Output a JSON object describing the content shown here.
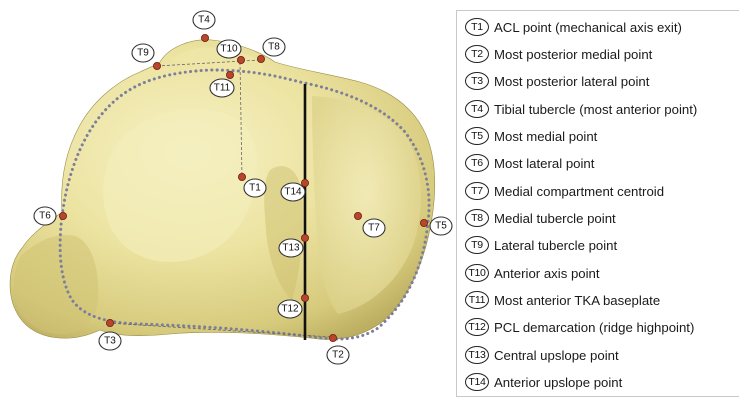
{
  "landmarks": [
    {
      "id": "T1",
      "description": "ACL point (mechanical axis exit)"
    },
    {
      "id": "T2",
      "description": "Most posterior medial point"
    },
    {
      "id": "T3",
      "description": "Most posterior lateral point"
    },
    {
      "id": "T4",
      "description": "Tibial tubercle (most anterior point)"
    },
    {
      "id": "T5",
      "description": "Most medial point"
    },
    {
      "id": "T6",
      "description": "Most lateral point"
    },
    {
      "id": "T7",
      "description": "Medial compartment centroid"
    },
    {
      "id": "T8",
      "description": "Medial tubercle point"
    },
    {
      "id": "T9",
      "description": "Lateral tubercle point"
    },
    {
      "id": "T10",
      "description": "Anterior axis point"
    },
    {
      "id": "T11",
      "description": "Most anterior TKA baseplate"
    },
    {
      "id": "T12",
      "description": "PCL demarcation (ridge highpoint)"
    },
    {
      "id": "T13",
      "description": "Central upslope point"
    },
    {
      "id": "T14",
      "description": "Anterior upslope point"
    }
  ],
  "colors": {
    "bone_light": "#f3edb4",
    "bone_mid": "#d9cf82",
    "bone_dark": "#a89a4e",
    "marker": "#b8452c",
    "outline_dots": "#7d7f9a",
    "ridge_line": "#111111"
  }
}
